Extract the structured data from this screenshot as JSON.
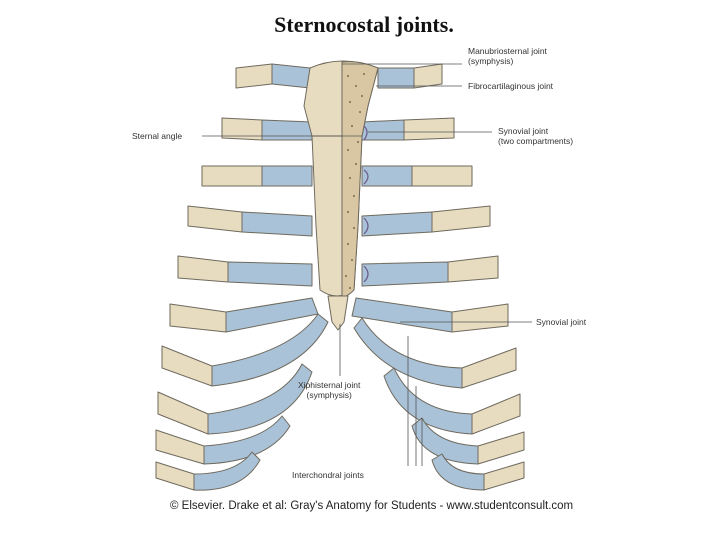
{
  "title": "Sternocostal joints.",
  "labels": {
    "manubriosternal_1": "Manubriosternal joint",
    "manubriosternal_2": "(symphysis)",
    "fibrocartilaginous": "Fibrocartilaginous joint",
    "sternal_angle": "Sternal angle",
    "synovial_two_1": "Synovial joint",
    "synovial_two_2": "(two compartments)",
    "synovial": "Synovial joint",
    "xiphisternal_1": "Xiphisternal joint",
    "xiphisternal_2": "(symphysis)",
    "interchondral": "Interchondral joints"
  },
  "copyright": "© Elsevier. Drake et al: Gray's Anatomy for Students - www.studentconsult.com",
  "colors": {
    "bone": "#e8dcc0",
    "cartilage": "#a9c2d8",
    "outline": "#6f6a5e",
    "line": "#555555"
  }
}
